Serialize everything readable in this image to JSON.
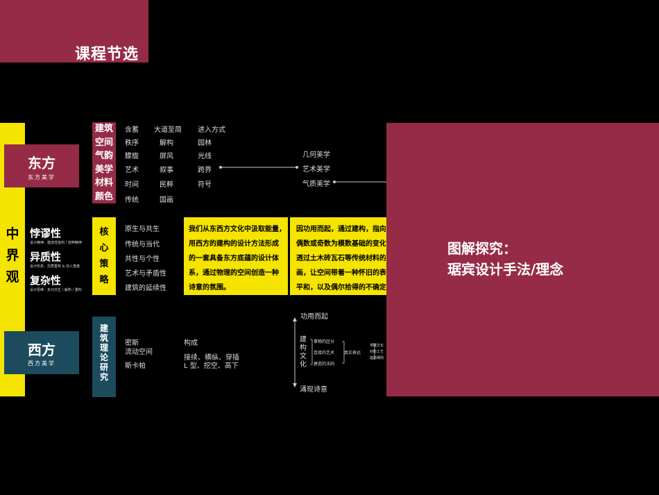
{
  "header": {
    "title": "课程节选"
  },
  "left_column": {
    "text": "中界观"
  },
  "east": {
    "title": "东方",
    "subtitle": "东方美学"
  },
  "west": {
    "title": "西方",
    "subtitle": "西方美学"
  },
  "middle_items": [
    {
      "title": "悖谬性",
      "sub": "设计精神：建造性批判 / 苦粹精神"
    },
    {
      "title": "异质性",
      "sub": "设计形态：异质重构 & 切入角度"
    },
    {
      "title": "复杂性",
      "sub": "设计思维：多元共生 / 解构 / 重构"
    }
  ],
  "categories": [
    "建筑",
    "空间",
    "气韵",
    "美学",
    "材料",
    "颜色"
  ],
  "grid": [
    [
      "含蓄",
      "大道至简",
      "进入方式"
    ],
    [
      "秩序",
      "解构",
      "园林"
    ],
    [
      "朦胧",
      "屏风",
      "光线"
    ],
    [
      "艺术",
      "叙事",
      "跨界"
    ],
    [
      "时间",
      "民粹",
      "符号"
    ],
    [
      "传统",
      "国画",
      ""
    ]
  ],
  "aesthetics": [
    "几何美学",
    "艺术美学",
    "气质美学"
  ],
  "core_label": "核心策略",
  "principles": [
    "原生与共生",
    "传统与当代",
    "共性与个性",
    "艺术与矛盾性",
    "建筑的延续性"
  ],
  "yellow_box_1": [
    "我们从东西方文化中汲取能量，",
    "用西方的建构的设计方法形成",
    "的一套具备东方底蕴的设计体",
    "系，通过物理的空间创造一种",
    "诗意的氛围。"
  ],
  "yellow_box_2": [
    "因功用而起，通过建构，指向",
    "偶数或奇数为模数基础的变化",
    "透过土木砖瓦石等传统材料的",
    "画，让空间带着一种怀旧的表",
    "平和，以及偶尔拾得的不确定"
  ],
  "theory_label": "建筑理论研究",
  "west_terms": {
    "col1": [
      "密斯",
      "流动空间",
      "",
      "斯卡帕"
    ],
    "col2": [
      "构成",
      "",
      "接续、横纵、穿插",
      "L 型、挖空、高下"
    ]
  },
  "diagram": {
    "top": "功用而起",
    "vertical": "建构文化",
    "items": [
      "事物的区分",
      "连接的艺术",
      "建造的法则"
    ],
    "middle": "真实表达",
    "right_items": [
      "地域文化",
      "材料工艺",
      "建造细则"
    ],
    "bottom": "涌现诗意"
  },
  "panel": {
    "line1": "图解探究：",
    "line2": "琚宾设计手法/理念"
  },
  "colors": {
    "crimson": "#962b47",
    "yellow": "#f4e400",
    "teal": "#1c4b5e",
    "background": "#000000"
  }
}
